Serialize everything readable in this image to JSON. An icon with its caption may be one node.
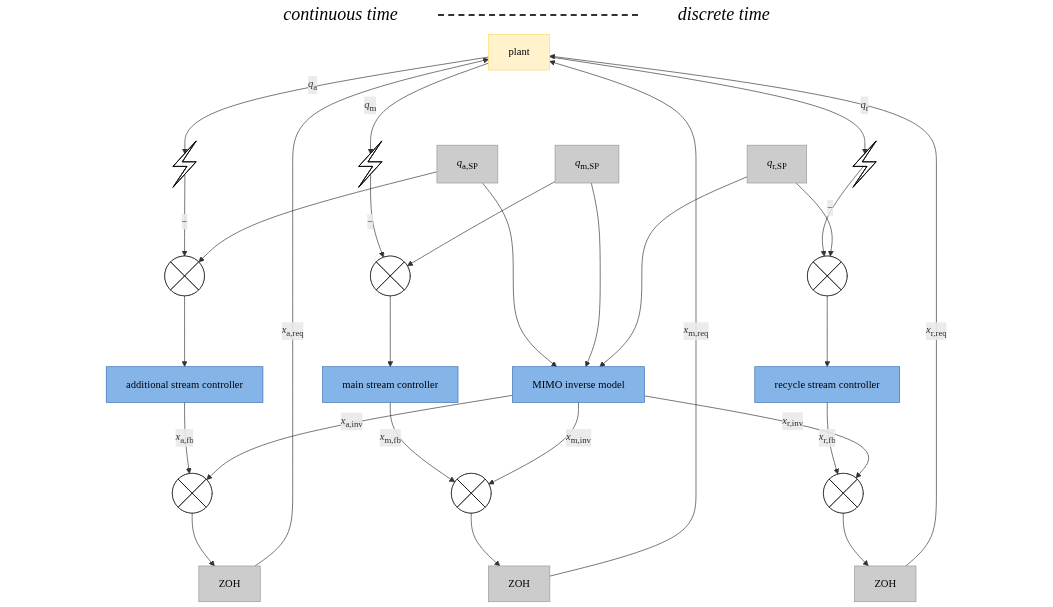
{
  "diagram": {
    "nodes": [
      {
        "text": [
          "plant"
        ]
      },
      {
        "text": [
          "ZOH"
        ]
      },
      {
        "text": [
          "ZOH"
        ]
      },
      {
        "text": [
          "ZOH"
        ]
      },
      {
        "text": [],
        "shape": "switch"
      },
      {
        "text": [],
        "shape": "switch"
      },
      {
        "text": [],
        "shape": "switch"
      },
      {
        "text": [],
        "shape": "circle"
      },
      {
        "text": [
          "additional stream controller"
        ]
      },
      {
        "text": [],
        "shape": "circle"
      },
      {
        "text": [
          "*q*$_{a,SP}$"
        ]
      },
      {
        "text": [
          "main stream controller"
        ]
      },
      {
        "text": [],
        "shape": "circle"
      },
      {
        "text": [],
        "shape": "circle"
      },
      {
        "text": [
          "*q*$_{m,SP}$"
        ]
      },
      {
        "text": [
          "recycle stream controller"
        ]
      },
      {
        "text": [],
        "shape": "circle"
      },
      {
        "text": [],
        "shape": "circle"
      },
      {
        "text": [
          "*q*$_{r,SP}$"
        ]
      },
      {
        "text": [
          "MIMO inverse model"
        ]
      }
    ],
    "edges": [
      {
        "from": 1,
        "to": 0,
        "arrow": "to",
        "label": "*x*$_{r,req}$"
      },
      {
        "from": 2,
        "to": 0,
        "arrow": "to",
        "label": "*x*$_{m,req}$"
      },
      {
        "from": 3,
        "to": 0,
        "arrow": "to",
        "label": "*x*$_{a,req}$"
      },
      {
        "from": 0,
        "to": 4,
        "arrow": "to",
        "label": "*q*$_{a}$"
      },
      {
        "from": 0,
        "to": 5,
        "arrow": "to",
        "label": "*q*$_{m}$"
      },
      {
        "from": 0,
        "to": 6,
        "arrow": "to",
        "label": "*q*$_{r}$"
      },
      {
        "from": 4,
        "to": 7,
        "arrow": "to",
        "label": "−"
      },
      {
        "from": 5,
        "to": 12,
        "arrow": "to",
        "label": "−"
      },
      {
        "from": 6,
        "to": 16,
        "arrow": "to",
        "label": "−"
      },
      {
        "from": 10,
        "to": 7,
        "arrow": "to"
      },
      {
        "from": 7,
        "to": 8,
        "arrow": "to"
      },
      {
        "from": 8,
        "to": 9,
        "arrow": "to",
        "label": "*x*$_{a,fb}$"
      },
      {
        "from": 9,
        "to": 3,
        "arrow": "to"
      },
      {
        "from": 14,
        "to": 12,
        "arrow": "to"
      },
      {
        "from": 12,
        "to": 11,
        "arrow": "to"
      },
      {
        "from": 11,
        "to": 13,
        "arrow": "to",
        "label": "*x*$_{m,fb}$"
      },
      {
        "from": 13,
        "to": 2,
        "arrow": "to"
      },
      {
        "from": 18,
        "to": 16,
        "arrow": "to"
      },
      {
        "from": 16,
        "to": 15,
        "arrow": "to"
      },
      {
        "from": 15,
        "to": 17,
        "arrow": "to",
        "label": "*x*$_{r,fb}$"
      },
      {
        "from": 17,
        "to": 1,
        "arrow": "to"
      },
      {
        "from": 10,
        "to": 19,
        "arrow": "to"
      },
      {
        "from": 14,
        "to": 19,
        "arrow": "to"
      },
      {
        "from": 18,
        "to": 19,
        "arrow": "to"
      },
      {
        "from": 19,
        "to": 9,
        "arrow": "to",
        "label": "*x*$_{a,inv}$"
      },
      {
        "from": 19,
        "to": 13,
        "arrow": "to",
        "label": "*x*$_{m,inv}$"
      },
      {
        "from": 19,
        "to": 17,
        "arrow": "to",
        "label": "*x*$_{r,inv}$"
      }
    ],
    "labels": [
      "continuous time",
      "discrete time"
    ]
  }
}
